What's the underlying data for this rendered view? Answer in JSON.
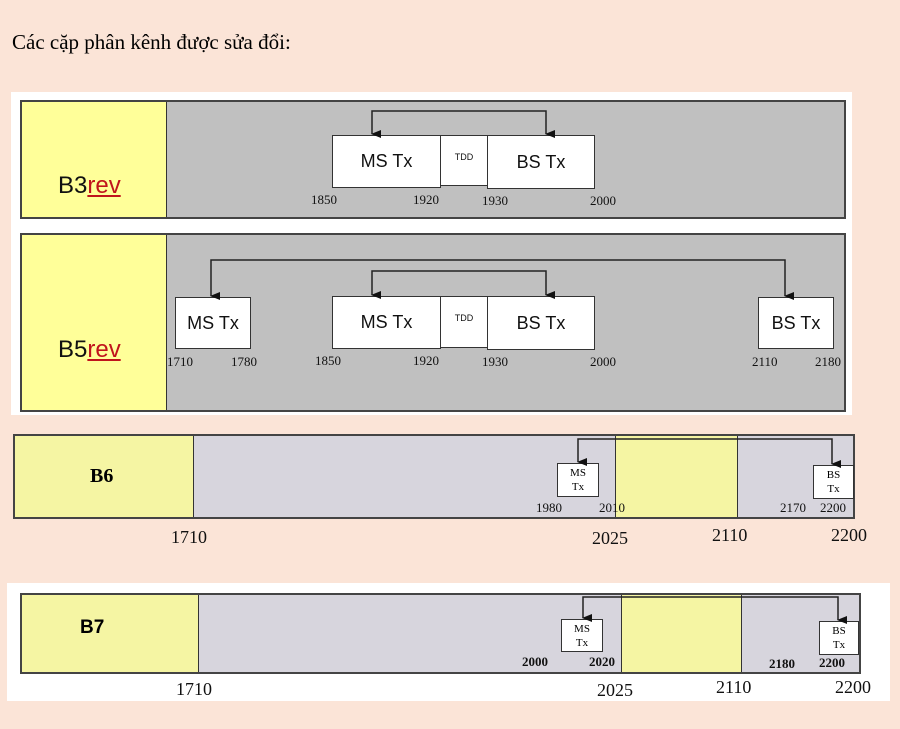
{
  "title": "Các cặp phân kênh được sửa đổi:",
  "b3rev": {
    "name_prefix": "B3",
    "name_suffix": "rev",
    "ms": "MS Tx",
    "tdd": "TDD",
    "bs": "BS Tx",
    "labels": [
      "1850",
      "1920",
      "1930",
      "2000"
    ]
  },
  "b5rev": {
    "name_prefix": "B5",
    "name_suffix": "rev",
    "ms_low": "MS Tx",
    "ms": "MS Tx",
    "tdd": "TDD",
    "bs": "BS Tx",
    "bs_high": "BS Tx",
    "labels": [
      "1710",
      "1780",
      "1850",
      "1920",
      "1930",
      "2000",
      "2110",
      "2180"
    ]
  },
  "b6": {
    "name": "B6",
    "ms_line1": "MS",
    "ms_line2": "Tx",
    "bs_line1": "BS",
    "bs_line2": "Tx",
    "inner_labels": [
      "1980",
      "2010",
      "2170",
      "2200"
    ],
    "axis_labels": [
      "1710",
      "2025",
      "2110",
      "2200"
    ]
  },
  "b7": {
    "name": "B7",
    "ms_line1": "MS",
    "ms_line2": "Tx",
    "bs_line1": "BS",
    "bs_line2": "Tx",
    "inner_labels": [
      "2000",
      "2020",
      "2180",
      "2200"
    ],
    "axis_labels": [
      "1710",
      "2025",
      "2110",
      "2200"
    ]
  }
}
